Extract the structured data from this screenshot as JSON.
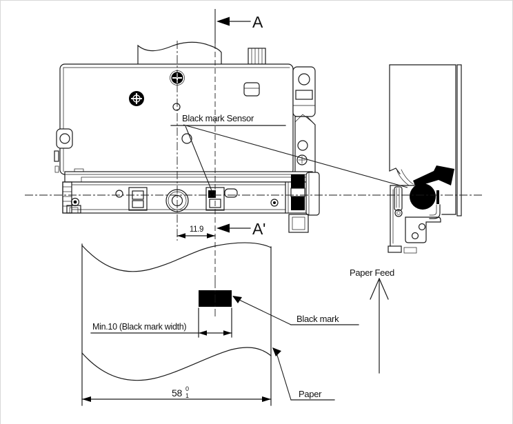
{
  "page": {
    "background": "#ffffff",
    "border_color": "#d8d8d8"
  },
  "diagram": {
    "type": "technical-drawing",
    "subject": "printer mechanism black mark sensor position",
    "line_color": "#1a1a1a",
    "mark_fill_color": "#000000",
    "section": {
      "top": "A",
      "bottom": "A'"
    },
    "callouts": {
      "black_mark_sensor": "Black mark Sensor",
      "black_mark": "Black mark",
      "paper": "Paper",
      "paper_feed": "Paper Feed"
    },
    "dimensions": {
      "sensor_to_head_center": "11.9",
      "black_mark_width": "Min.10 (Black mark width)",
      "paper_width_value": "58",
      "paper_width_tol_upper": "0",
      "paper_width_tol_lower": "1"
    }
  }
}
